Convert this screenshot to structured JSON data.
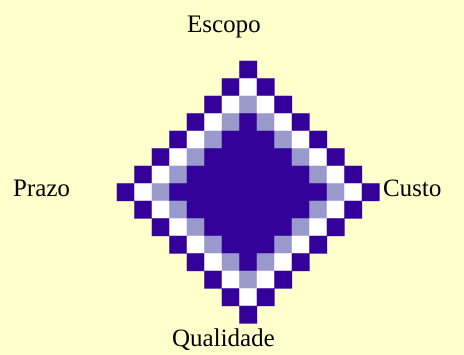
{
  "diagram": {
    "labels": {
      "top": "Escopo",
      "left": "Prazo",
      "right": "Custo",
      "bottom": "Qualidade"
    },
    "colors": {
      "background": "#ffffcc",
      "dark": "#330099",
      "light": "#9999cc",
      "white": "#ffffff"
    }
  }
}
